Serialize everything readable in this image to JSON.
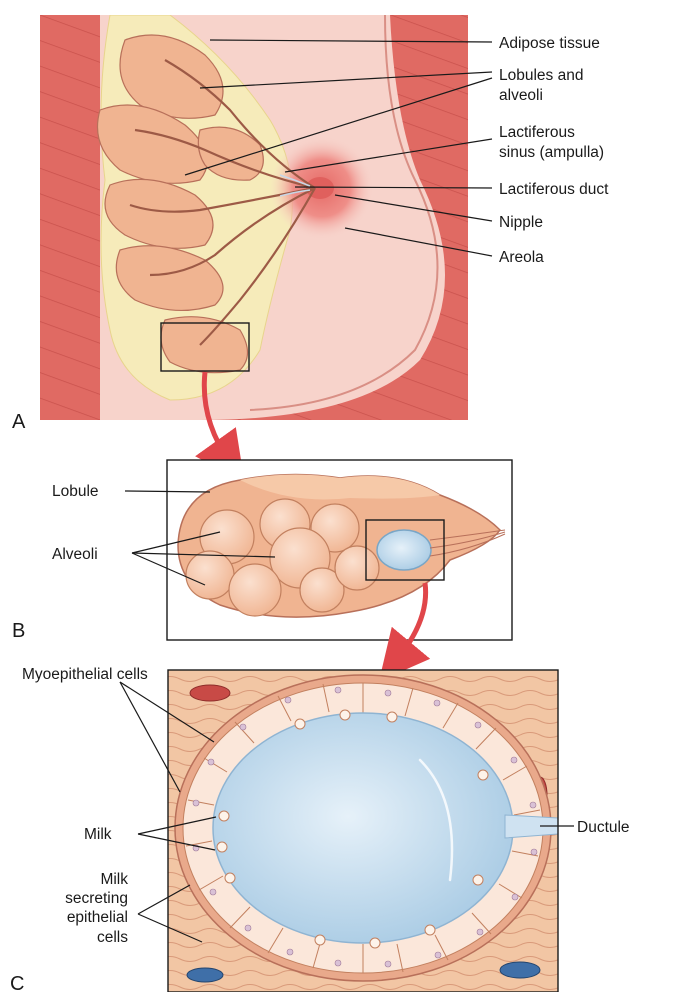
{
  "panel_a": {
    "letter": "A",
    "labels": {
      "adipose": "Adipose tissue",
      "lobules_1": "Lobules and",
      "lobules_2": "alveoli",
      "sinus_1": "Lactiferous",
      "sinus_2": "sinus (ampulla)",
      "duct": "Lactiferous duct",
      "nipple": "Nipple",
      "areola": "Areola"
    }
  },
  "panel_b": {
    "letter": "B",
    "labels": {
      "lobule": "Lobule",
      "alveoli": "Alveoli"
    }
  },
  "panel_c": {
    "letter": "C",
    "labels": {
      "myoepithelial": "Myoepithelial cells",
      "ductule": "Ductule",
      "milk": "Milk",
      "secreting_1": "Milk",
      "secreting_2": "secreting",
      "secreting_3": "epithelial",
      "secreting_4": "cells"
    }
  },
  "colors": {
    "muscle": "#e06a63",
    "skin": "#f7d3cb",
    "adipose": "#f6ebba",
    "lobule": "#f0b491",
    "duct": "#b8705a",
    "areola": "#ee8d86",
    "lumen": "#bcd8ec",
    "arrow": "#e0464a",
    "tissue": "#f2c6a4"
  }
}
